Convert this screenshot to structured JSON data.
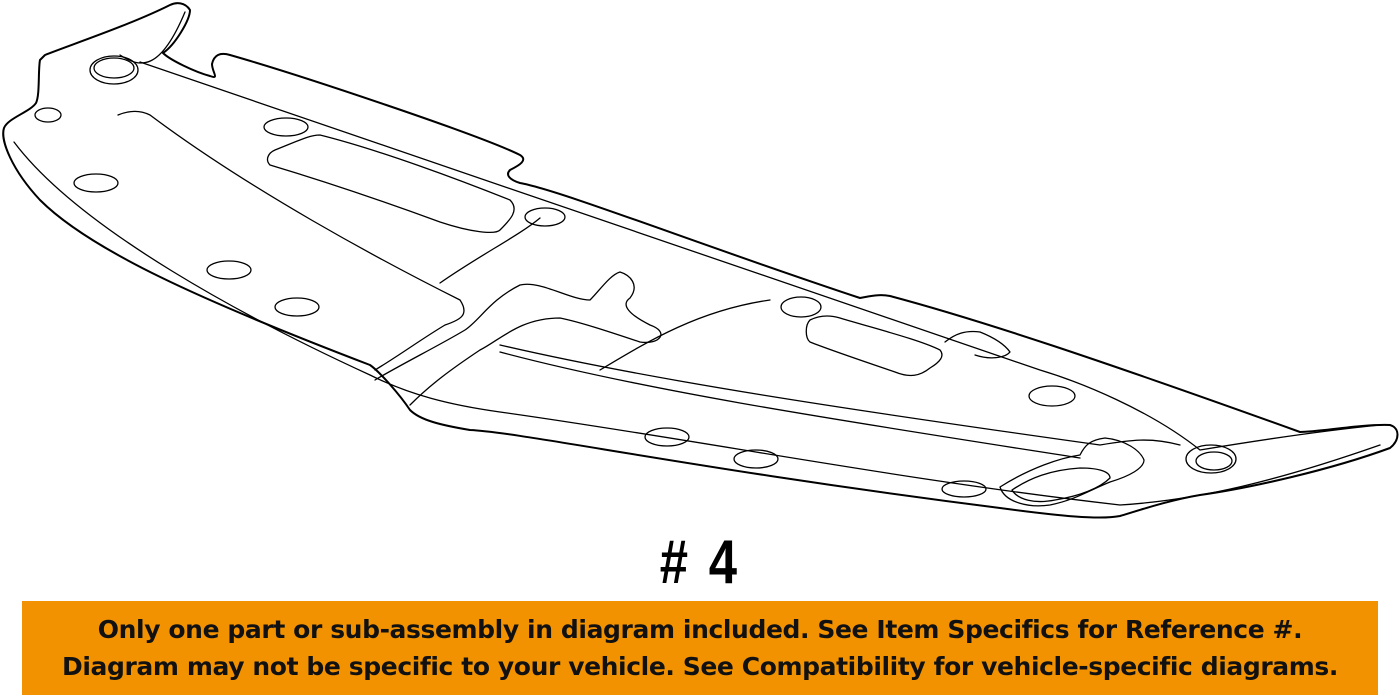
{
  "diagram": {
    "subject": "radiator support splash shield / cover line drawing",
    "reference_label": "# 4"
  },
  "notice": {
    "background_color": "#f39200",
    "text_color": "#111111",
    "lines": [
      "Only one part or sub-assembly in diagram included. See Item Specifics for Reference #.",
      "Diagram may not be specific to your vehicle. See Compatibility for vehicle-specific diagrams."
    ]
  }
}
